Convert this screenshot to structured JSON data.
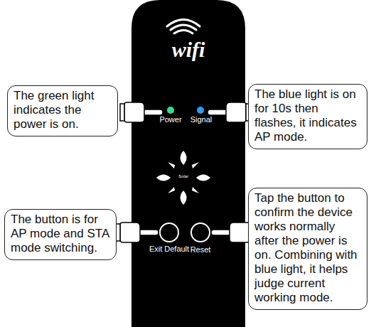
{
  "diagram": {
    "nodes": [
      {
        "text": [
          "wifi",
          "Power",
          "Signal",
          "Solar",
          "Exit Default",
          "Reset"
        ]
      },
      {
        "text": [
          "The green light indicates the power is on."
        ]
      },
      {
        "text": [
          "The blue light is on for 10s then flashes, it indicates AP mode."
        ]
      },
      {
        "text": [
          "The button is for AP mode and STA mode switching."
        ]
      },
      {
        "text": [
          "Tap the button to confirm the device works normally after the power is on. Combining with blue light, it helps judge current working mode."
        ]
      }
    ]
  }
}
